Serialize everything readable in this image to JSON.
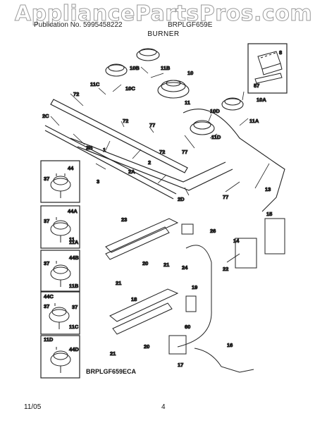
{
  "header": {
    "watermark": "AppliancePartsPros.com",
    "publication_prefix": "Publication No.",
    "publication_number": "5995458222",
    "model": "BRPLGF659E"
  },
  "section_title": "BURNER",
  "model_code": "BRPLGF659ECA",
  "footer": {
    "date": "11/05",
    "page_number": "4"
  },
  "callouts": [
    "10B",
    "11B",
    "10",
    "11C",
    "10C",
    "72",
    "2C",
    "72",
    "77",
    "11",
    "10D",
    "10A",
    "11A",
    "11D",
    "2B",
    "1",
    "72",
    "77",
    "2",
    "3",
    "2A",
    "77",
    "2D",
    "13",
    "37",
    "44",
    "44A",
    "37",
    "11",
    "11A",
    "23",
    "26",
    "15",
    "14",
    "37",
    "44B",
    "20",
    "21",
    "24",
    "22",
    "11B",
    "21",
    "44C",
    "37",
    "18",
    "19",
    "37",
    "11C",
    "60",
    "11D",
    "44D",
    "20",
    "21",
    "16",
    "17",
    "8",
    "57"
  ]
}
